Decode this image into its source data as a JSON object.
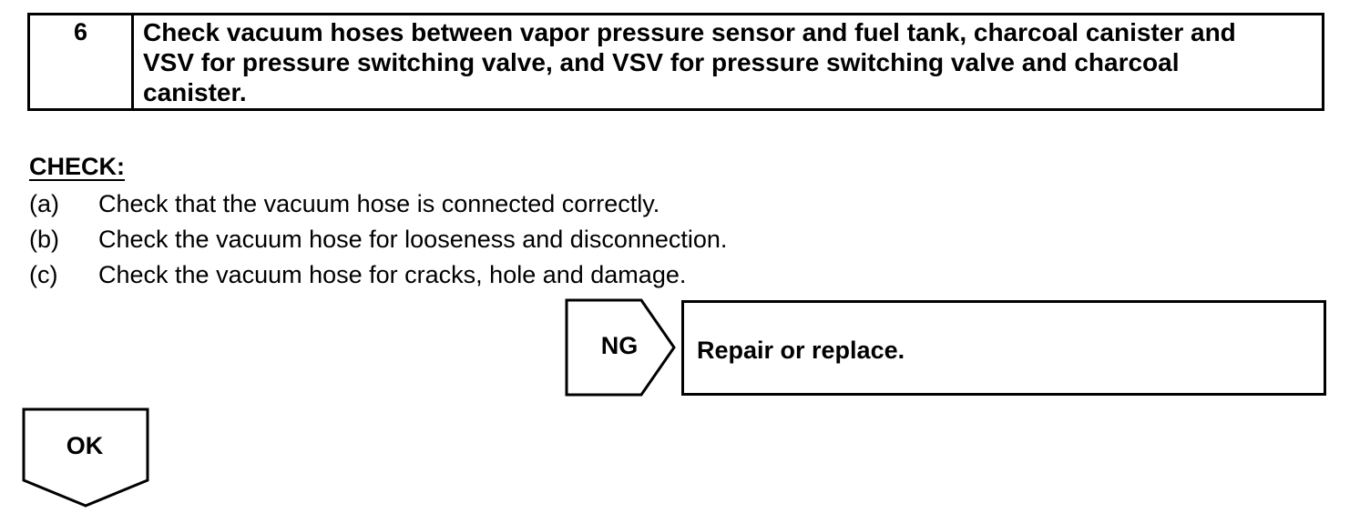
{
  "step": {
    "number": "6",
    "title": "Check vacuum hoses between vapor pressure sensor and fuel tank, charcoal canister and VSV for pressure switching valve, and VSV for pressure switching valve and charcoal canister."
  },
  "check": {
    "heading": "CHECK:",
    "items": [
      {
        "marker": "(a)",
        "text": "Check that the vacuum hose is connected correctly."
      },
      {
        "marker": "(b)",
        "text": "Check the vacuum hose for looseness and disconnection."
      },
      {
        "marker": "(c)",
        "text": "Check the vacuum hose for cracks, hole and damage."
      }
    ]
  },
  "ng": {
    "label": "NG",
    "result": "Repair or replace."
  },
  "ok": {
    "label": "OK"
  }
}
